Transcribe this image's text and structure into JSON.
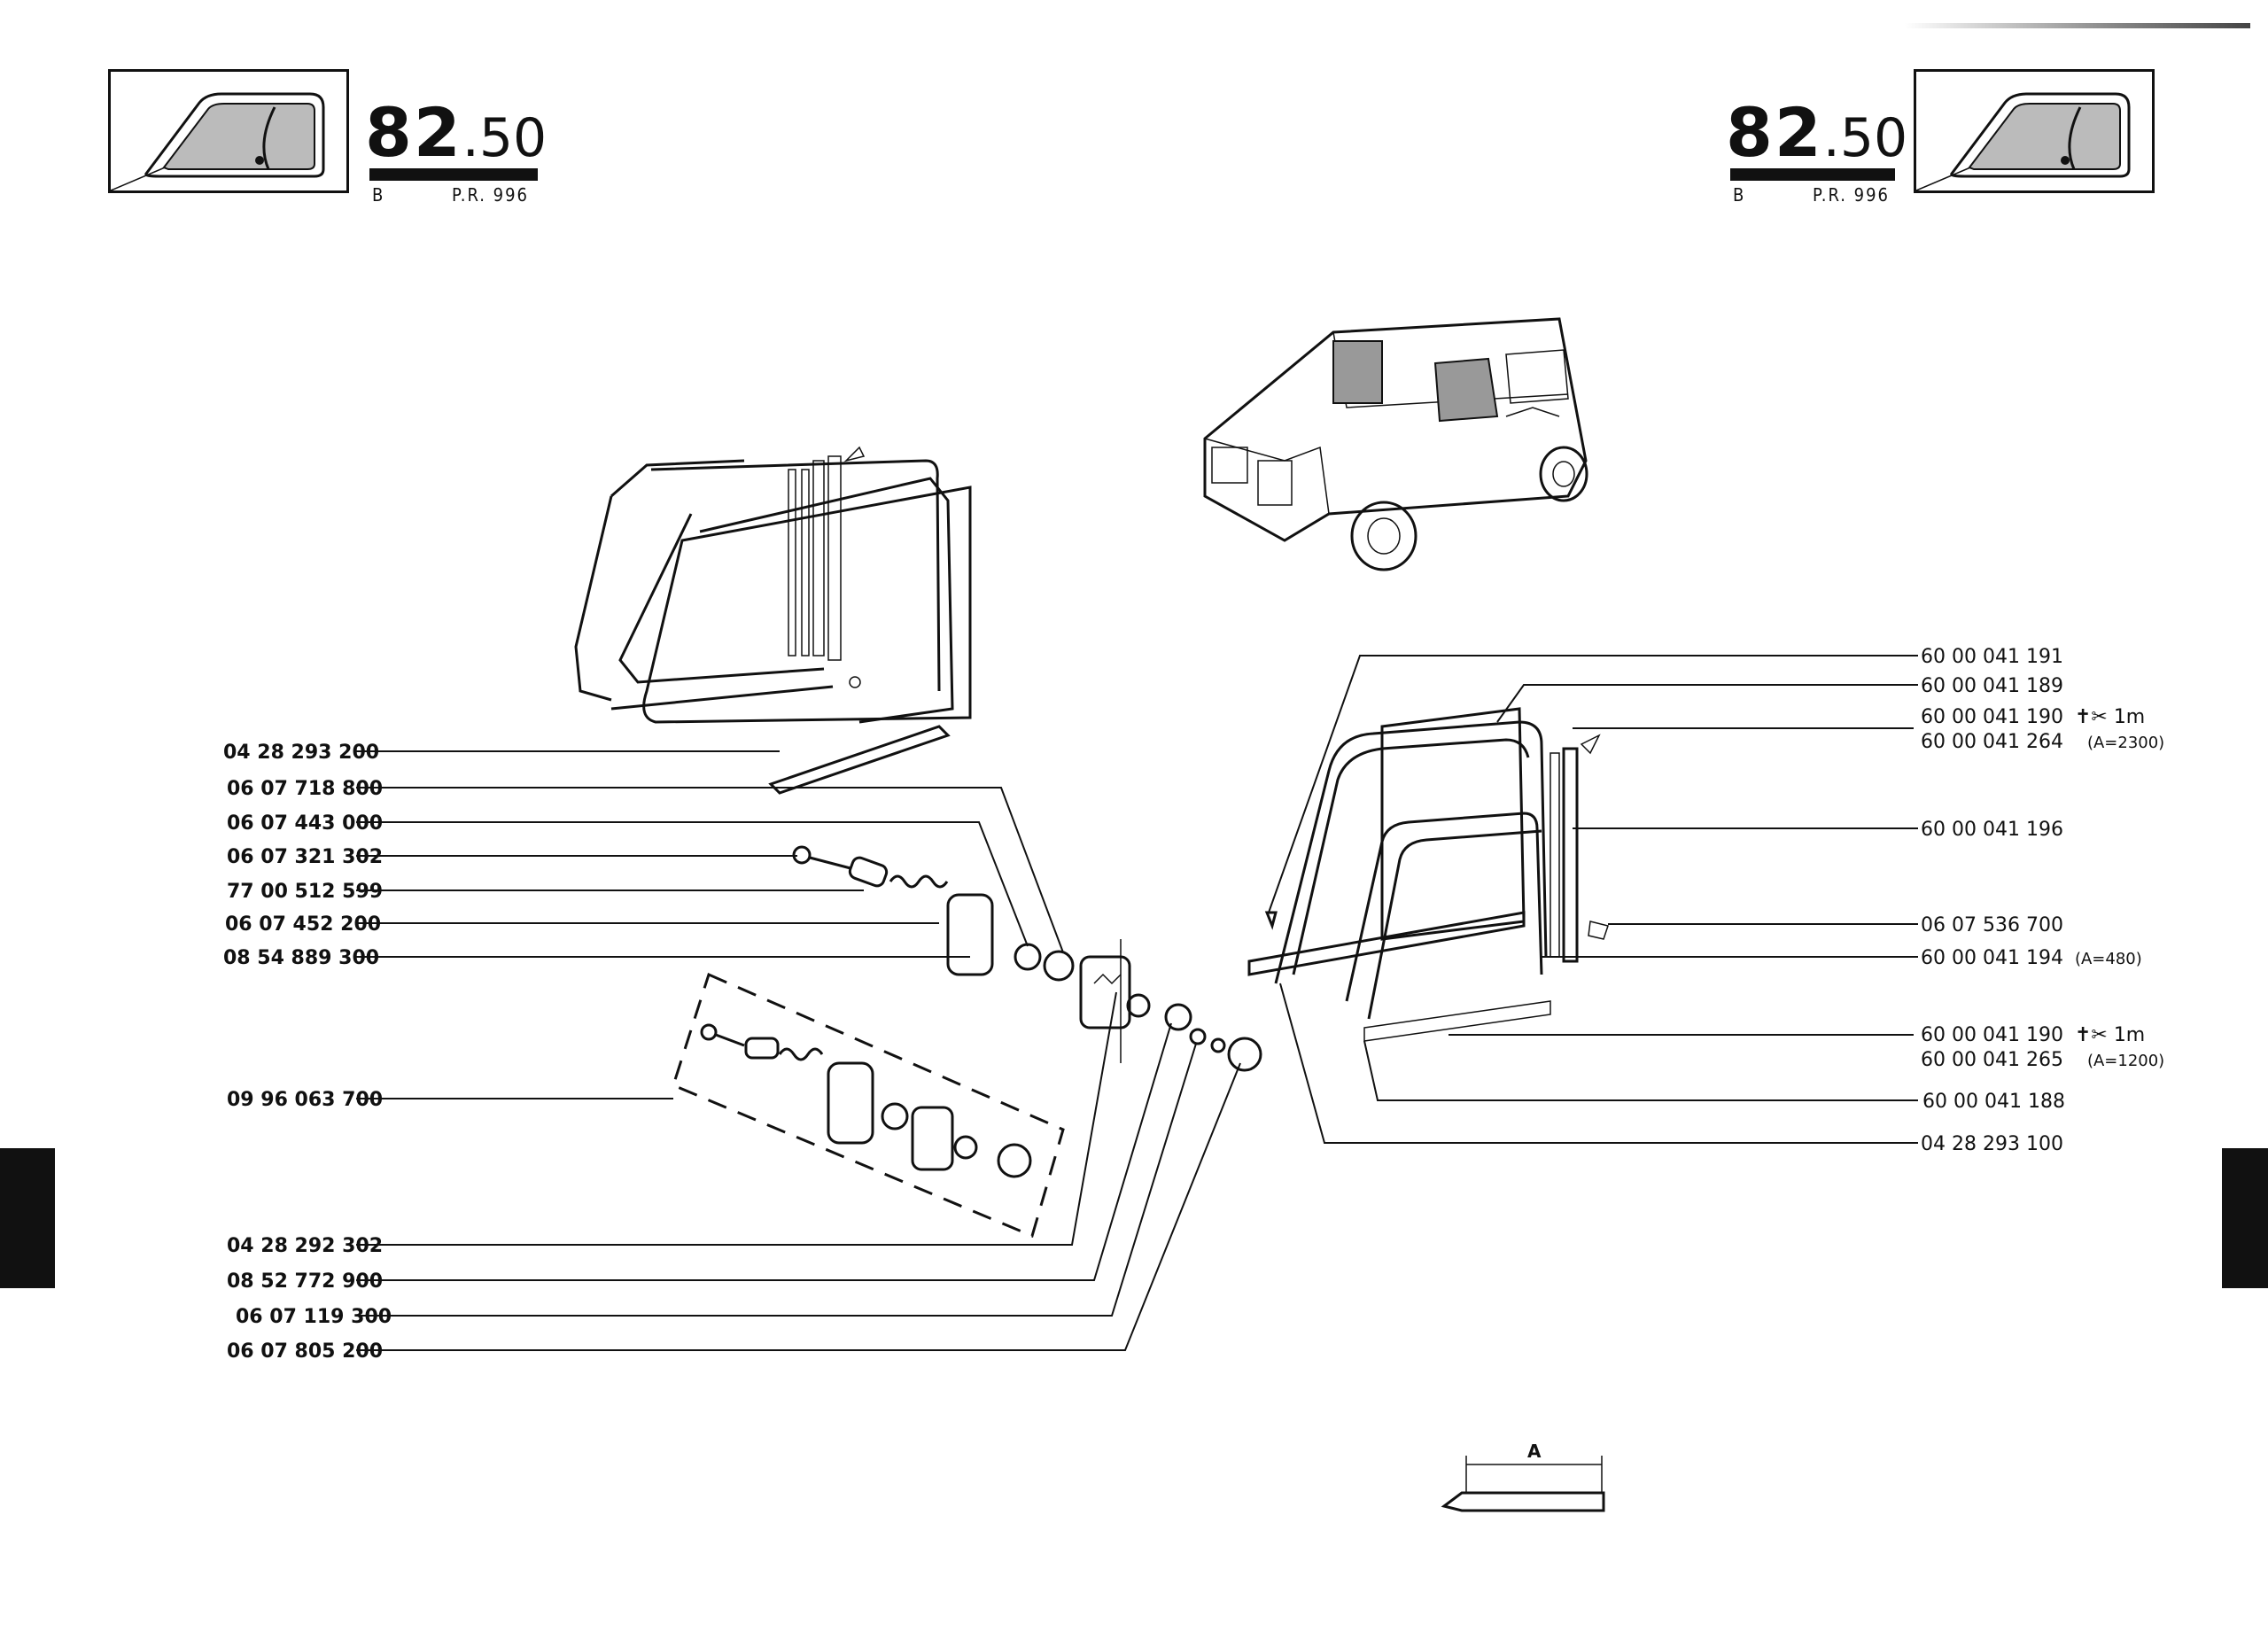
{
  "header_left": {
    "section_main": "82",
    "section_sub": ".50",
    "variant": "B",
    "ref": "P.R. 996"
  },
  "header_right": {
    "section_main": "82",
    "section_sub": ".50",
    "variant": "B",
    "ref": "P.R. 996"
  },
  "icons": {
    "window": "sliding-window-icon",
    "vehicle": "vehicle-illustration"
  },
  "left_parts": [
    {
      "ref": "04 28 293 200"
    },
    {
      "ref": "06 07 718 800"
    },
    {
      "ref": "06 07 443 000"
    },
    {
      "ref": "06 07 321 302"
    },
    {
      "ref": "77 00 512 599"
    },
    {
      "ref": "06 07 452 200"
    },
    {
      "ref": "08 54 889 300"
    },
    {
      "ref": "09 96 063 700"
    },
    {
      "ref": "04 28 292 302"
    },
    {
      "ref": "08 52 772 900"
    },
    {
      "ref": "06 07 119 300"
    },
    {
      "ref": "06 07 805 200"
    }
  ],
  "right_parts": [
    {
      "ref": "60 00 041 191"
    },
    {
      "ref": "60 00 041 189"
    },
    {
      "ref": "60 00 041 190",
      "ref2": "60 00 041 264",
      "mark": "✝✂ 1m",
      "note": "(A=2300)"
    },
    {
      "ref": "60 00 041 196"
    },
    {
      "ref": "06 07 536 700"
    },
    {
      "ref": "60 00 041 194",
      "note": "(A=480)"
    },
    {
      "ref": "60 00 041 190",
      "ref2": "60 00 041 265",
      "mark": "✝✂ 1m",
      "note": "(A=1200)"
    },
    {
      "ref": "60 00 041 188"
    },
    {
      "ref": "04 28 293 100"
    }
  ],
  "dimension_label": "A"
}
